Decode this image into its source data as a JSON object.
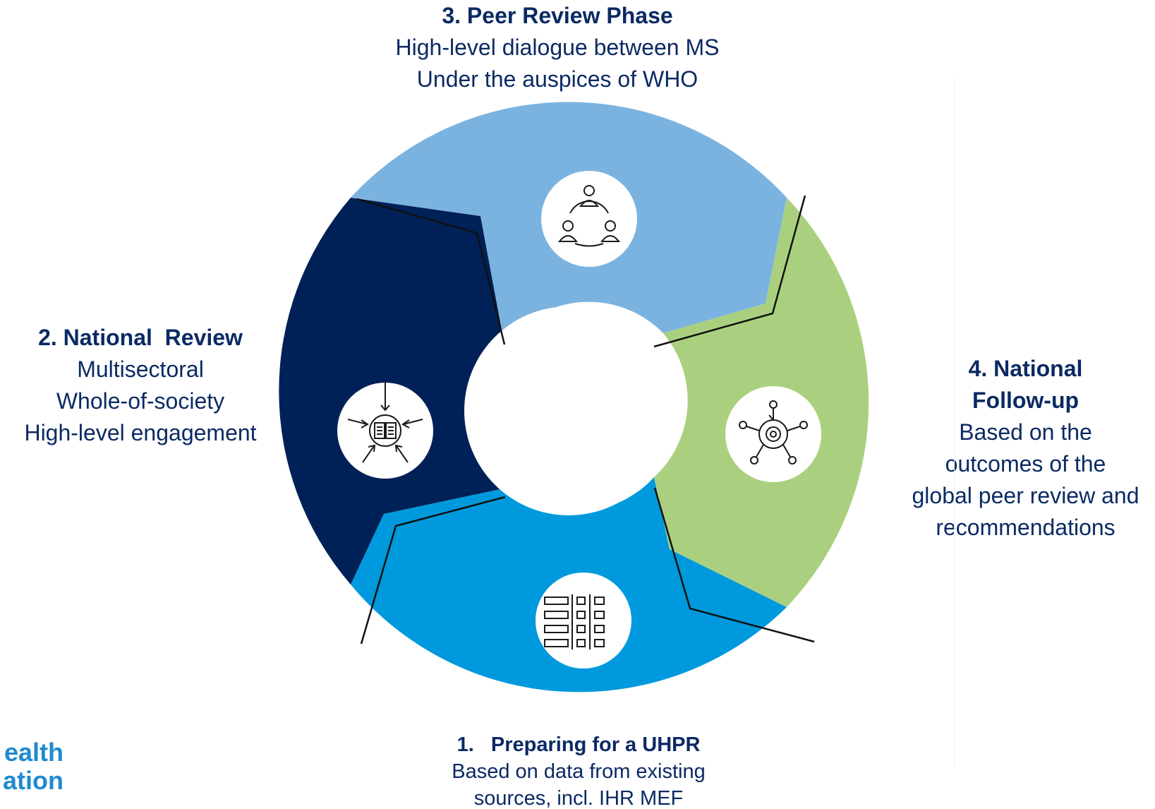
{
  "diagram": {
    "phases": [
      {
        "id": "phase-1",
        "title": "1.   Preparing for a UHPR",
        "lines": [
          "Based on data from existing",
          "sources, incl. IHR MEF"
        ],
        "color": "#0099dd",
        "icon": "table-grid-icon"
      },
      {
        "id": "phase-2",
        "title": "2. National  Review",
        "lines": [
          "Multisectoral",
          "Whole-of-society",
          "High-level engagement"
        ],
        "color": "#002157",
        "icon": "book-with-arrows-icon"
      },
      {
        "id": "phase-3",
        "title": "3. Peer Review Phase",
        "lines": [
          "High-level dialogue between MS",
          "Under the auspices of WHO"
        ],
        "color": "#7bb3e0",
        "icon": "people-circle-icon"
      },
      {
        "id": "phase-4",
        "title": "4. National Follow-up",
        "title_lines": [
          "4. National",
          "Follow-up"
        ],
        "lines": [
          "Based on the",
          "outcomes of the",
          "global peer review and",
          "recommendations"
        ],
        "color": "#aad07f",
        "icon": "network-hub-icon"
      }
    ],
    "separator_color": "#111111",
    "center_color": "#ffffff"
  },
  "branding": {
    "partial_text_lines": [
      "ealth",
      "ation"
    ],
    "color": "#1f8ad0"
  }
}
